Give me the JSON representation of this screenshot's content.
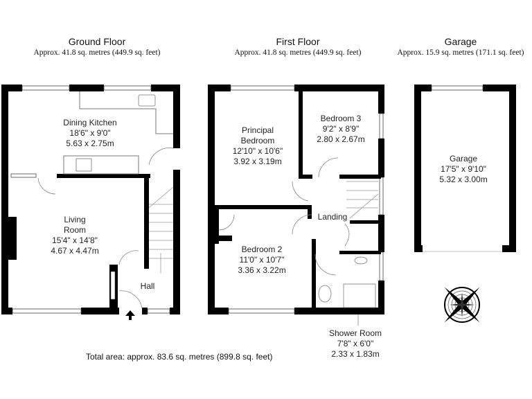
{
  "floors": [
    {
      "title": "Ground Floor",
      "area": "Approx. 41.8 sq. metres (449.9 sq. feet)"
    },
    {
      "title": "First Floor",
      "area": "Approx. 41.8 sq. metres (449.9 sq. feet)"
    },
    {
      "title": "Garage",
      "area": "Approx. 15.9 sq. metres (171.1 sq. feet)"
    }
  ],
  "rooms": {
    "dining_kitchen": {
      "name": "Dining Kitchen",
      "imperial": "18'6\" x 9'0\"",
      "metric": "5.63 x 2.75m"
    },
    "living_room": {
      "name1": "Living",
      "name2": "Room",
      "imperial": "15'4\" x 14'8\"",
      "metric": "4.67 x 4.47m"
    },
    "hall": {
      "name": "Hall"
    },
    "principal_bedroom": {
      "name1": "Principal",
      "name2": "Bedroom",
      "imperial": "12'10\" x 10'6\"",
      "metric": "3.92 x 3.19m"
    },
    "bedroom_3": {
      "name": "Bedroom 3",
      "imperial": "9'2\" x 8'9\"",
      "metric": "2.80 x 2.67m"
    },
    "landing": {
      "name": "Landing"
    },
    "bedroom_2": {
      "name": "Bedroom 2",
      "imperial": "11'0\" x 10'7\"",
      "metric": "3.36 x 3.22m"
    },
    "shower_room": {
      "name": "Shower Room",
      "imperial": "7'8\" x 6'0\"",
      "metric": "2.33 x 1.83m"
    },
    "garage": {
      "name": "Garage",
      "imperial": "17'5\" x 9'10\"",
      "metric": "5.32 x 3.00m"
    }
  },
  "total": "Total area: approx. 83.6 sq. metres (899.8 sq. feet)",
  "compass": {
    "icon": "compass-rose-icon"
  }
}
